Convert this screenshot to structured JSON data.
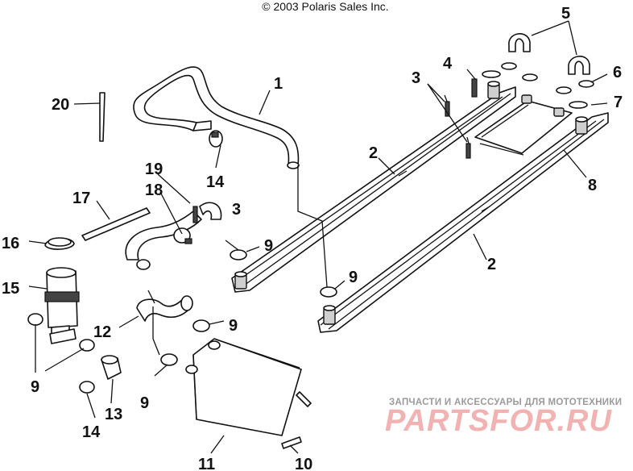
{
  "header": {
    "copyright": "© 2003 Polaris Sales Inc."
  },
  "watermark": {
    "tagline": "ЗАПЧАСТИ И АКСЕССУАРЫ ДЛЯ МОТОТЕХНИКИ",
    "logo": "PARTSFOR.RU"
  },
  "callouts": {
    "c1": "1",
    "c2a": "2",
    "c2b": "2",
    "c3a": "3",
    "c3b": "3",
    "c4": "4",
    "c5": "5",
    "c6": "6",
    "c7": "7",
    "c8": "8",
    "c9a": "9",
    "c9b": "9",
    "c9c": "9",
    "c9d": "9",
    "c9e": "9",
    "c10": "10",
    "c11": "11",
    "c12": "12",
    "c13": "13",
    "c14a": "14",
    "c14b": "14",
    "c15": "15",
    "c16": "16",
    "c17": "17",
    "c18": "18",
    "c19": "19",
    "c20": "20"
  },
  "colors": {
    "line": "#111111",
    "watermark_logo": "#f3b2b2",
    "watermark_text": "#9a9a9a"
  }
}
